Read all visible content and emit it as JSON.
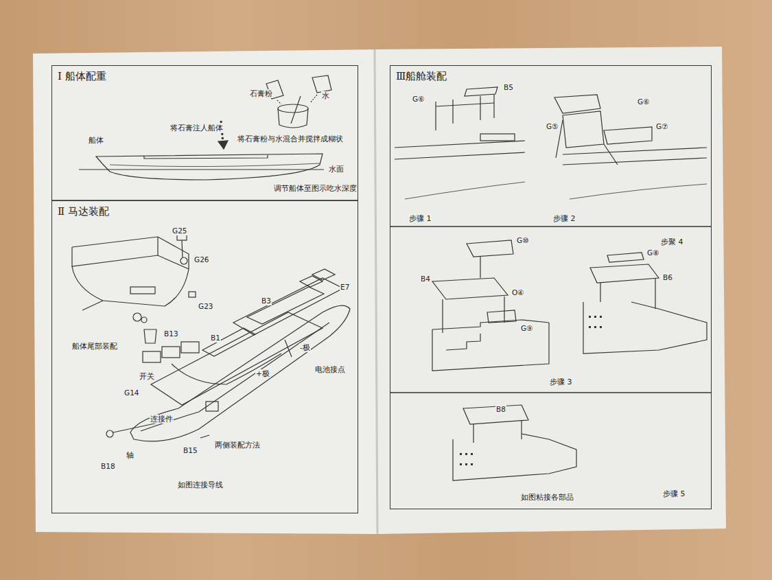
{
  "diagram": {
    "nodes": [
      {
        "text": [
          "Ⅰ 船体配重"
        ]
      },
      {
        "text": [
          "Ⅱ 马达装配"
        ]
      },
      {
        "text": [
          "Ⅲ船舱装配"
        ]
      }
    ],
    "labels": [
      "石膏粉",
      "水",
      "船体",
      "将石膏注人船体",
      "将石膏粉与水混合并搅拌成糊状",
      "水面",
      "调节船体至图示吃水深度",
      "G25",
      "G26",
      "G23",
      "B13",
      "船体尾部装配",
      "B3",
      "E7",
      "B1",
      "-极",
      "+极",
      "电池接点",
      "开关",
      "G14",
      "连接件",
      "两侧装配方法",
      "B15",
      "轴",
      "B18",
      "如图连接导线",
      "G⑥",
      "B5",
      "G⑥",
      "G⑤",
      "G⑦",
      "步骤 1",
      "步骤 2",
      "G⑩",
      "B4",
      "O④",
      "G⑨",
      "步骤 3",
      "G⑧",
      "B6",
      "步聚 4",
      "B8",
      "如图粘接各部品",
      "步骤 5"
    ]
  }
}
